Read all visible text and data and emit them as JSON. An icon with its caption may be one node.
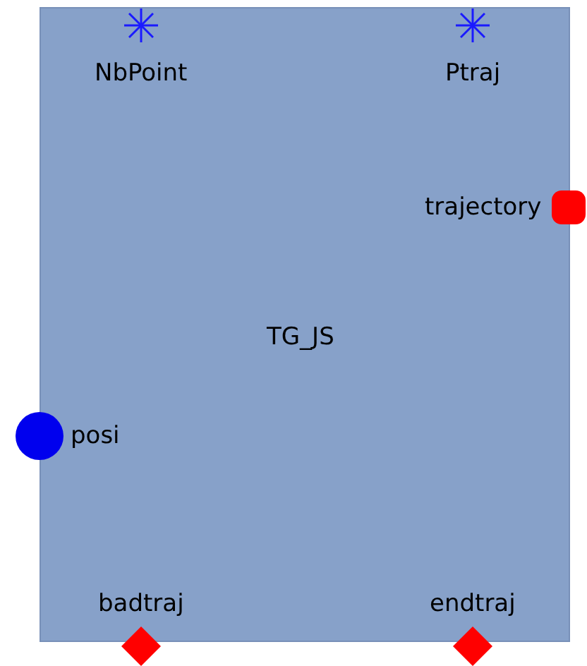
{
  "diagram": {
    "nodes": [
      {
        "text": [
          "TG_JS"
        ]
      },
      {
        "text": [],
        "shape": "star",
        "beside": [
          "NbPoint"
        ],
        "in": 0
      },
      {
        "text": [],
        "shape": "star",
        "beside": [
          "Ptraj"
        ],
        "in": 0
      },
      {
        "text": [],
        "shape": "box",
        "beside": [
          "trajectory"
        ]
      },
      {
        "text": [],
        "shape": "circle",
        "beside": [
          "posi"
        ]
      },
      {
        "text": [],
        "shape": "diamond",
        "beside": [
          "badtraj"
        ]
      },
      {
        "text": [],
        "shape": "diamond",
        "beside": [
          "endtraj"
        ]
      }
    ]
  }
}
